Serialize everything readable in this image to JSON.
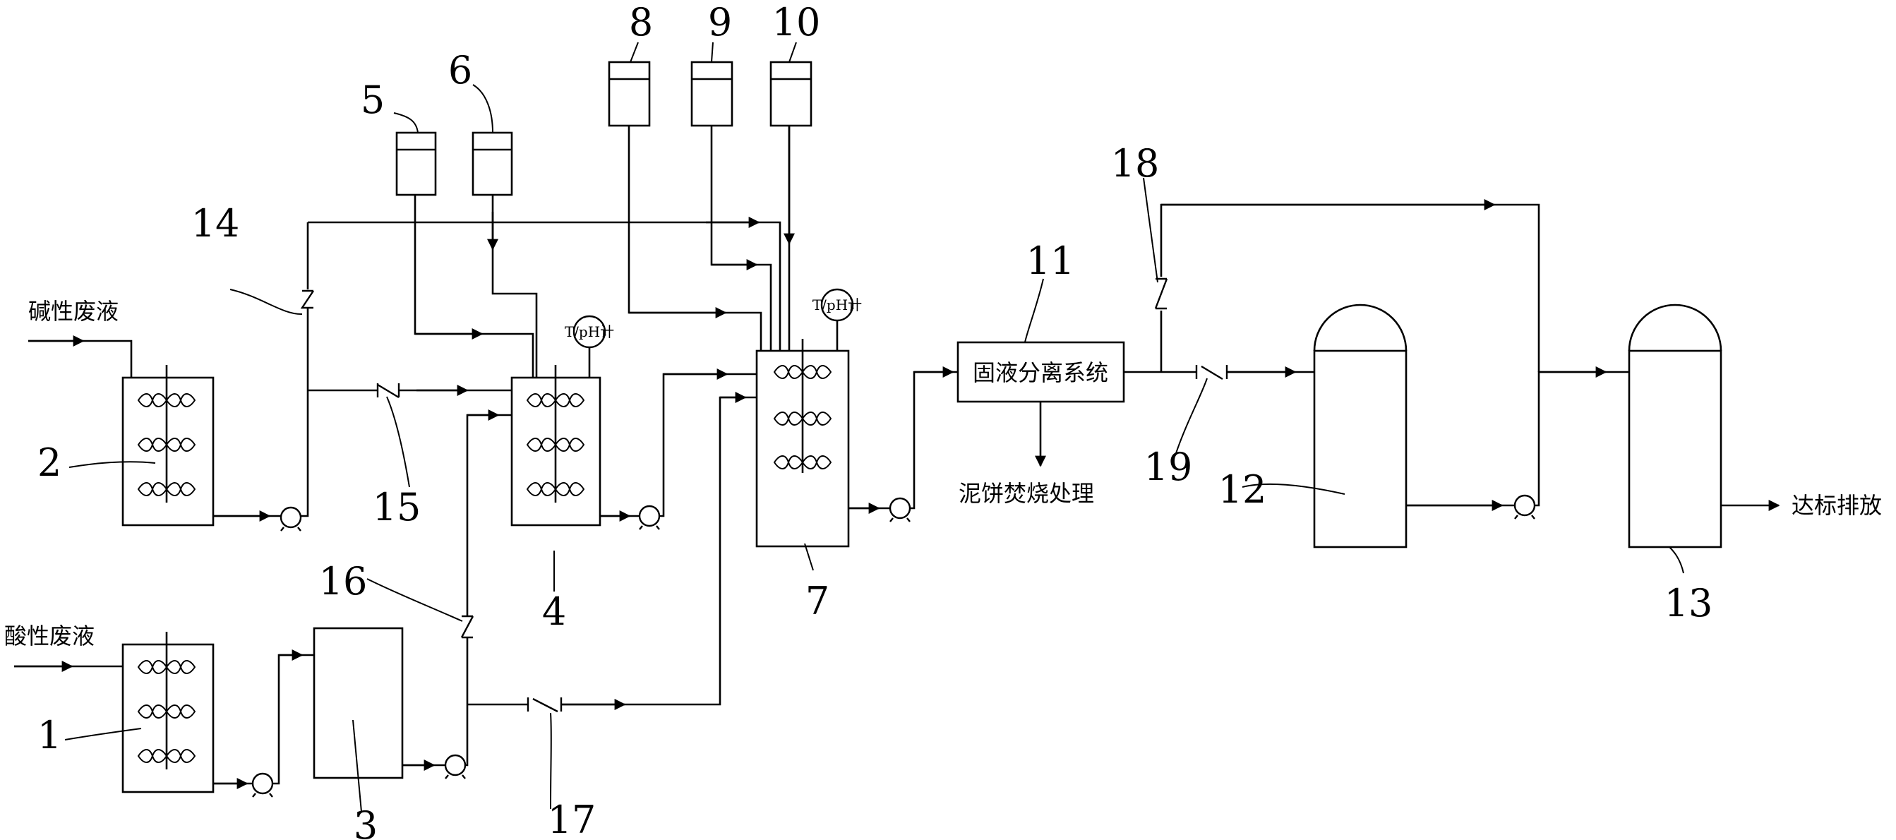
{
  "inputs": {
    "alkaline_waste": "碱性废液",
    "acidic_waste": "酸性废液"
  },
  "outputs": {
    "sludge": "泥饼焚烧处理",
    "discharge": "达标排放"
  },
  "units": {
    "solid_liquid_separation": "固液分离系统",
    "meter_tank4": "T/pH计",
    "meter_tank7": "T/pH计"
  },
  "numbers": {
    "n1": "1",
    "n2": "2",
    "n3": "3",
    "n4": "4",
    "n5": "5",
    "n6": "6",
    "n7": "7",
    "n8": "8",
    "n9": "9",
    "n10": "10",
    "n11": "11",
    "n12": "12",
    "n13": "13",
    "n14": "14",
    "n15": "15",
    "n16": "16",
    "n17": "17",
    "n18": "18",
    "n19": "19"
  }
}
